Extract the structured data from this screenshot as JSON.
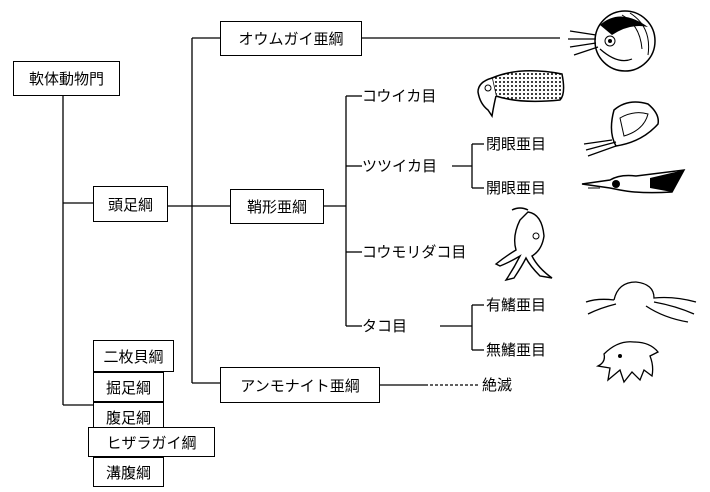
{
  "taxonomy": {
    "phylum": "軟体動物門",
    "cephalopoda": "頭足綱",
    "other_classes": [
      "二枚貝綱",
      "掘足綱",
      "腹足綱",
      "ヒザラガイ綱",
      "溝腹綱"
    ],
    "subclasses": {
      "nautiloidea": "オウムガイ亜綱",
      "coleoidea": "鞘形亜綱",
      "ammonoidea": "アンモナイト亜綱"
    },
    "orders": {
      "sepiida": "コウイカ目",
      "teuthida": "ツツイカ目",
      "vampyromorphida": "コウモリダコ目",
      "octopoda": "タコ目"
    },
    "suborders": {
      "myopsida": "閉眼亜目",
      "oegopsida": "開眼亜目",
      "cirrata": "有鰭亜目",
      "incirrata": "無鰭亜目"
    },
    "extinct": "絶滅"
  },
  "illustrations": {
    "nautilus": "nautilus-icon",
    "cuttlefish": "cuttlefish-icon",
    "myopsid_squid": "myopsid-squid-icon",
    "oegopsid_squid": "oegopsid-squid-icon",
    "vampire_squid": "vampire-squid-icon",
    "cirrate_octopus": "cirrate-octopus-icon",
    "incirrate_octopus": "incirrate-octopus-icon"
  }
}
